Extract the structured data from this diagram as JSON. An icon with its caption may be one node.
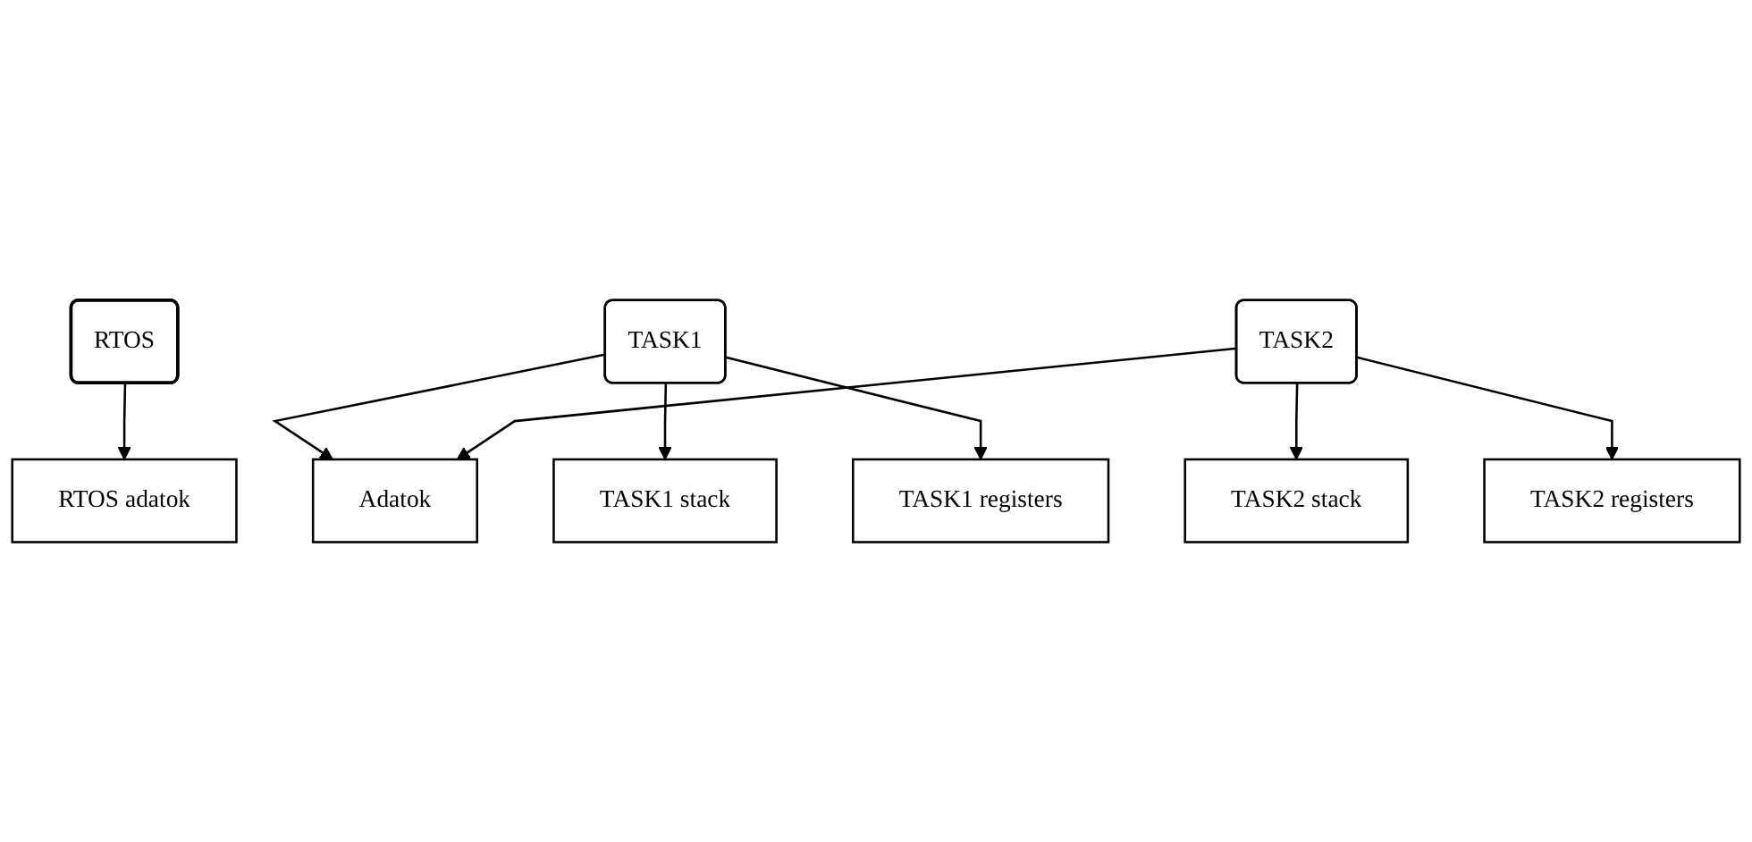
{
  "diagram": {
    "nodes": [
      {
        "text": [
          "RTOS adatok"
        ]
      },
      {
        "text": [
          "RTOS"
        ]
      },
      {
        "text": [
          "Adatok"
        ]
      },
      {
        "text": [
          "TASK1"
        ]
      },
      {
        "text": [
          "TASK2"
        ]
      },
      {
        "text": [
          "TASK1 stack"
        ]
      },
      {
        "text": [
          "TASK1 registers"
        ]
      },
      {
        "text": [
          "TASK2 stack"
        ]
      },
      {
        "text": [
          "TASK2 registers"
        ]
      }
    ],
    "edges": [
      {
        "from": 1,
        "to": 0,
        "arrow": "to"
      },
      {
        "from": 3,
        "to": 2,
        "arrow": "to"
      },
      {
        "from": 4,
        "to": 2,
        "arrow": "to"
      },
      {
        "from": 3,
        "to": 5,
        "arrow": "to"
      },
      {
        "from": 3,
        "to": 6,
        "arrow": "to"
      },
      {
        "from": 4,
        "to": 7,
        "arrow": "to"
      },
      {
        "from": 4,
        "to": 8,
        "arrow": "to"
      }
    ]
  }
}
